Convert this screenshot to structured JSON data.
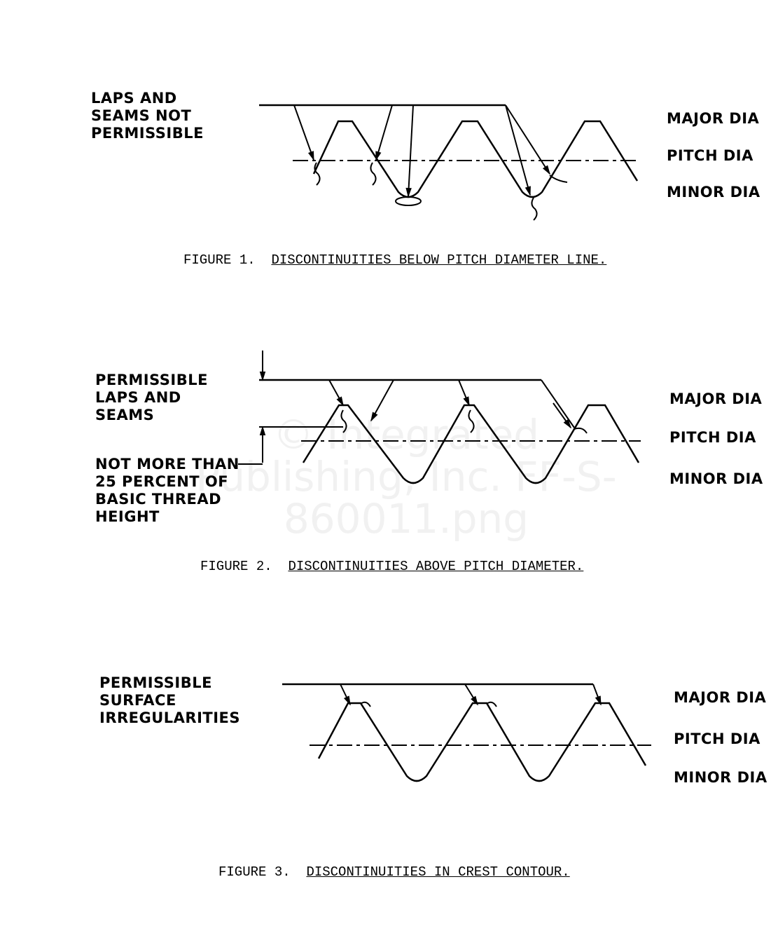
{
  "figures": [
    {
      "left_label": "LAPS AND\nSEAMS NOT\nPERMISSIBLE",
      "major": "MAJOR DIA",
      "pitch": "PITCH DIA",
      "minor": "MINOR DIA",
      "caption_num": "FIGURE 1.",
      "caption_text": "DISCONTINUITIES BELOW PITCH DIAMETER LINE."
    },
    {
      "left_label": "PERMISSIBLE\nLAPS AND\nSEAMS",
      "left_label2": "NOT MORE THAN\n25 PERCENT OF\nBASIC THREAD\nHEIGHT",
      "major": "MAJOR DIA",
      "pitch": "PITCH DIA",
      "minor": "MINOR DIA",
      "caption_num": "FIGURE 2.",
      "caption_text": "DISCONTINUITIES ABOVE PITCH DIAMETER."
    },
    {
      "left_label": "PERMISSIBLE\nSURFACE\nIRREGULARITIES",
      "major": "MAJOR DIA",
      "pitch": "PITCH DIA",
      "minor": "MINOR DIA",
      "caption_num": "FIGURE 3.",
      "caption_text": "DISCONTINUITIES IN CREST CONTOUR."
    }
  ],
  "watermark": "© Integrated\nPublishing, Inc.\nFF-S-860011.png"
}
